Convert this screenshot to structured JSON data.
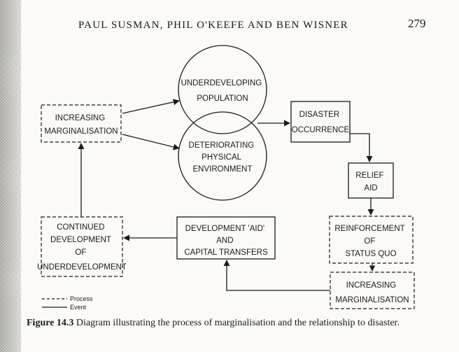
{
  "header": {
    "running_head": "PAUL SUSMAN, PHIL O'KEEFE AND BEN WISNER",
    "page_number": "279"
  },
  "diagram": {
    "nodes": {
      "increasing_marginalisation_left": {
        "lines": [
          "INCREASING",
          "MARGINALISATION"
        ],
        "style": "process"
      },
      "underdeveloping_population": {
        "lines": [
          "UNDERDEVELOPING",
          "POPULATION"
        ],
        "style": "circle"
      },
      "deteriorating_environment": {
        "lines": [
          "DETERIORATING",
          "PHYSICAL",
          "ENVIRONMENT"
        ],
        "style": "circle"
      },
      "disaster_occurrence": {
        "lines": [
          "DISASTER",
          "OCCURRENCE"
        ],
        "style": "event"
      },
      "relief_aid": {
        "lines": [
          "RELIEF",
          "AID"
        ],
        "style": "event"
      },
      "reinforcement_status_quo": {
        "lines": [
          "REINFORCEMENT",
          "OF",
          "STATUS QUO"
        ],
        "style": "process"
      },
      "increasing_marginalisation_right": {
        "lines": [
          "INCREASING",
          "MARGINALISATION"
        ],
        "style": "process"
      },
      "development_aid": {
        "lines": [
          "DEVELOPMENT  'AID'",
          "AND",
          "CAPITAL TRANSFERS"
        ],
        "style": "event"
      },
      "continued_development": {
        "lines": [
          "CONTINUED",
          "DEVELOPMENT",
          "OF",
          "UNDERDEVELOPMENT"
        ],
        "style": "process"
      }
    },
    "legend": {
      "process": "Process",
      "event": "Event"
    }
  },
  "caption": {
    "label": "Figure 14.3",
    "text": "Diagram illustrating the process of marginalisation and the relationship to disaster."
  }
}
